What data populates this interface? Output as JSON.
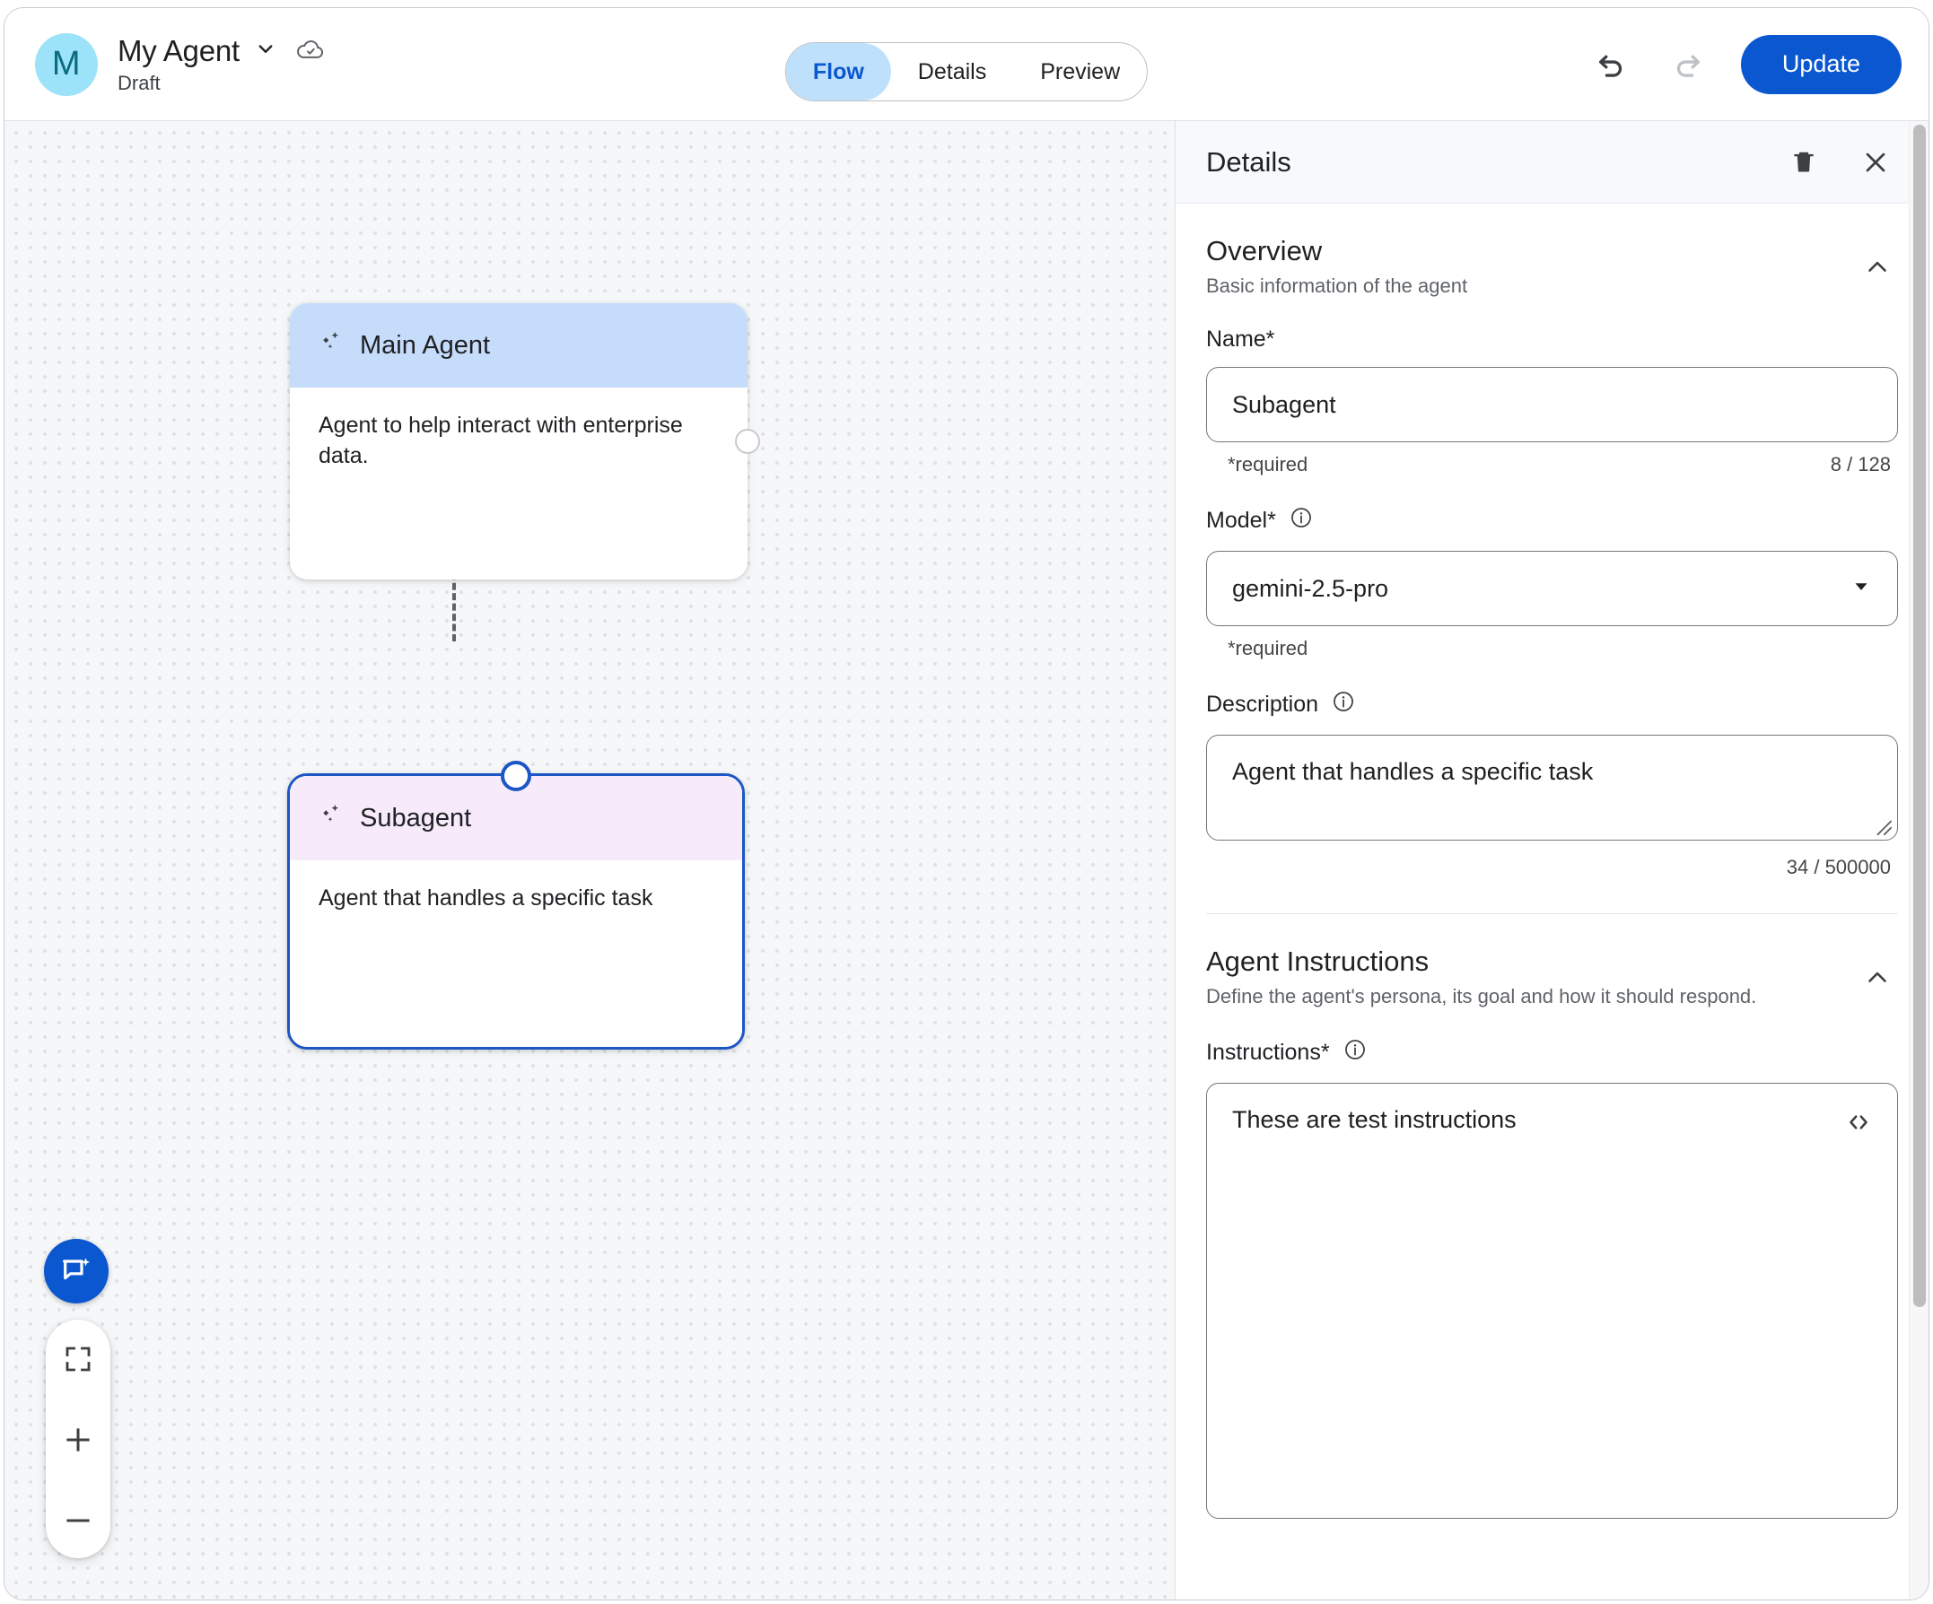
{
  "topbar": {
    "avatar_letter": "M",
    "agent_name": "My Agent",
    "agent_status": "Draft",
    "name_dropdown_icon": "chevron-down-icon",
    "save_state_icon": "cloud-done-icon",
    "tabs": [
      {
        "label": "Flow",
        "active": true
      },
      {
        "label": "Details",
        "active": false
      },
      {
        "label": "Preview",
        "active": false
      }
    ],
    "undo_icon": "undo-icon",
    "redo_icon": "redo-icon",
    "update_label": "Update"
  },
  "canvas": {
    "nodes": [
      {
        "title": "Main Agent",
        "description": "Agent to help interact with enterprise data.",
        "icon": "sparkle-agent-icon",
        "header_color": "#c6dcfb",
        "selected": false
      },
      {
        "title": "Subagent",
        "description": "Agent that handles a specific task",
        "icon": "sparkle-agent-icon",
        "header_color": "#f7eafb",
        "selected": true
      }
    ],
    "controls": {
      "chat_icon": "chat-sparkle-icon",
      "fit_icon": "fit-screen-icon",
      "zoom_in_icon": "plus-icon",
      "zoom_out_icon": "minus-icon"
    }
  },
  "panel": {
    "title": "Details",
    "delete_icon": "trash-icon",
    "close_icon": "close-icon",
    "sections": {
      "overview": {
        "title": "Overview",
        "subtitle": "Basic information of the agent",
        "collapse_icon": "chevron-up-icon",
        "name": {
          "label": "Name*",
          "value": "Subagent",
          "placeholder": "Name",
          "helper": "*required",
          "counter": "8 / 128"
        },
        "model": {
          "label": "Model*",
          "info_icon": "info-icon",
          "value": "gemini-2.5-pro",
          "helper": "*required",
          "dropdown_icon": "arrow-drop-down-icon"
        },
        "description": {
          "label": "Description",
          "info_icon": "info-icon",
          "value": "Agent that handles a specific task",
          "placeholder": "Description",
          "counter": "34 / 500000"
        }
      },
      "agent_instructions": {
        "title": "Agent Instructions",
        "subtitle": "Define the agent's persona, its goal and how it should respond.",
        "collapse_icon": "chevron-up-icon",
        "instructions": {
          "label": "Instructions*",
          "info_icon": "info-icon",
          "value": "These are test instructions",
          "placeholder": "Instructions",
          "code_icon": "code-brackets-icon"
        }
      }
    }
  }
}
